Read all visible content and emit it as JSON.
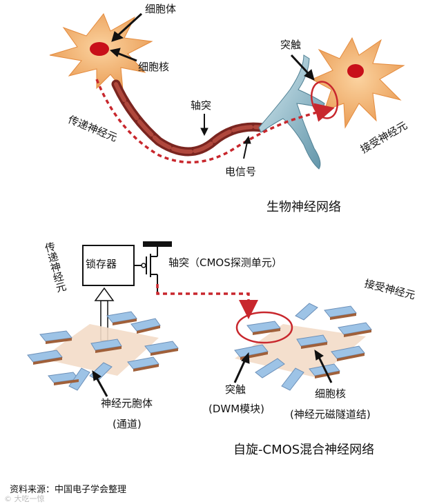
{
  "top": {
    "cell_body": "细胞体",
    "nucleus": "细胞核",
    "axon": "轴突",
    "synapse": "突触",
    "sending_neuron": "传递神经元",
    "receiving_neuron": "接受神经元",
    "electric_signal": "电信号",
    "title": "生物神经网络"
  },
  "bottom": {
    "latch": "锁存器",
    "axon_cmos": "轴突（CMOS探测单元）",
    "sending_neuron": "传递神经元",
    "receiving_neuron": "接受神经元",
    "neuron_body": "神经元胞体",
    "channel": "(通道)",
    "synapse": "突触",
    "dwm": "(DWM模块)",
    "nucleus": "细胞核",
    "mtj": "(神经元磁隧道结)",
    "title": "自旋-CMOS混合神经网络"
  },
  "footer": {
    "source": "资料来源：中国电子学会整理",
    "watermark": "© 大吃一惊"
  },
  "colors": {
    "neuron_body": "#f0b070",
    "axon": "#8b2e26",
    "signal": "#c8272d",
    "synapse": "#8fc0d0",
    "magnet_top": "#9dc3e6",
    "magnet_side": "#6b8fb8",
    "copper": "#a0603a",
    "pad": "#f3dcc8"
  }
}
